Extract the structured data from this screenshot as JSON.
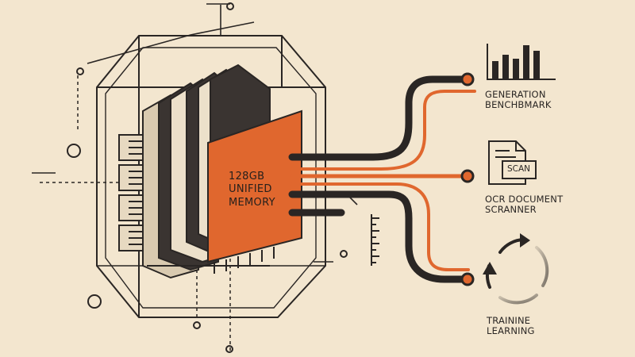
{
  "chip": {
    "line1": "128GB",
    "line2": "UNIFIED",
    "line3": "MEMORY"
  },
  "outputs": [
    {
      "line1": "GENERATION",
      "line2": "BENCHBMARK",
      "icon": "bar-chart-icon"
    },
    {
      "line1": "OCR DOCUMENT",
      "line2": "SCRANNER",
      "icon": "document-scan-icon"
    },
    {
      "line1": "TRAININE",
      "line2": "LEARNING",
      "icon": "cycle-arrows-icon"
    }
  ],
  "scan_badge": "SCAN",
  "colors": {
    "background": "#f3e6cf",
    "ink": "#2a2624",
    "accent": "#e0672e"
  }
}
